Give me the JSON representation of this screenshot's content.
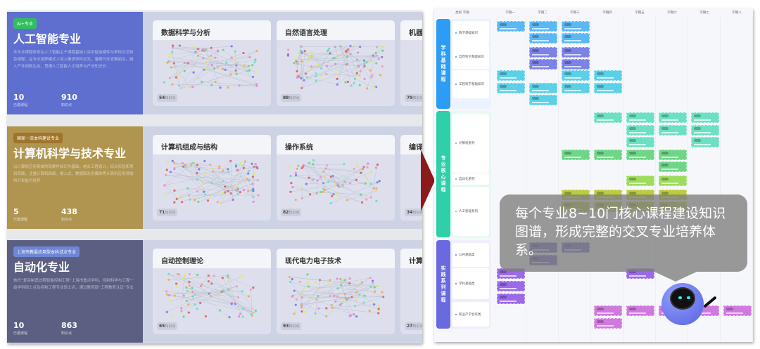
{
  "majors": [
    {
      "tag": "AI+专业",
      "title": "人工智能专业",
      "desc": "本专业课程体系在人工智能主干课程基础上突出智能硬件与学科交叉特色课程，在专业培养模式上深入推进学科交叉，着眼行业发展前沿，融入产业创新生态，贯通人工智能人才培养与产业知识价...",
      "courses": "10",
      "courses_label": "已建课程",
      "points": "910",
      "points_label": "知识点",
      "color": "#5f6fcf",
      "tag_color": "#2fbf5f",
      "cards": [
        {
          "title": "数据科学与分析",
          "count": "54",
          "unit": "知识点"
        },
        {
          "title": "自然语言处理",
          "count": "88",
          "unit": "知识点"
        },
        {
          "title": "机器",
          "count": "79",
          "unit": "知识点"
        }
      ]
    },
    {
      "tag": "国家一流本科建设专业",
      "title": "计算机科学与技术专业",
      "desc": "以计算机应用系统的软硬件知识为基础，结合工程设计，综合实验和项目实践，注重计算机网络、嵌入式、数据库及多媒体等计算机应用领域的开发能力培养",
      "courses": "5",
      "courses_label": "已建课程",
      "points": "438",
      "points_label": "知识点",
      "color": "#b09550",
      "tag_color": "#a0742a",
      "cards": [
        {
          "title": "计算机组成与结构",
          "count": "71",
          "unit": "知识点"
        },
        {
          "title": "操作系统",
          "count": "82",
          "unit": "知识点"
        },
        {
          "title": "编译",
          "count": "34",
          "unit": "知识点"
        }
      ]
    },
    {
      "tag": "上海市教委应用型本科试点专业",
      "title": "自动化专业",
      "desc": "依托“复杂制造过程智能控制工程”上海市重点学科，控制科学与工程一级学科硕士点及控制工程专业硕士点，通过教育部“工程教育认证”专业",
      "courses": "10",
      "courses_label": "已建课程",
      "points": "863",
      "points_label": "知识点",
      "color": "#5b5f82",
      "tag_color": "#6f86d8",
      "cards": [
        {
          "title": "自动控制理论",
          "count": "65",
          "unit": "知识点"
        },
        {
          "title": "现代电力电子技术",
          "count": "93",
          "unit": "知识点"
        },
        {
          "title": "计算",
          "count": "27",
          "unit": "知识点"
        }
      ]
    }
  ],
  "curriculum": {
    "corner": "类别 学期",
    "semesters": [
      "学期一",
      "学期二",
      "学期三",
      "学期四",
      "学期五",
      "学期六",
      "学期七",
      "学期八"
    ],
    "categories": [
      {
        "name": "学科基础课程",
        "color": "#2d9cf5",
        "subs": [
          "数学基础知识",
          "自然科学基础知识",
          "工程科学基础知识"
        ]
      },
      {
        "name": "专业核心课程",
        "color": "#2fd0a8",
        "subs": [
          "计算机系列",
          "自动化系列",
          "人工智能系列"
        ]
      },
      {
        "name": "实践系列课程",
        "color": "#6a6ae0",
        "subs": [
          "公共基础类",
          "学科基础类",
          "职业产学合作类"
        ]
      }
    ]
  },
  "bubble": {
    "text": "每个专业8~10门核心课程建设知识图谱，形成完整的交叉专业培养体系。"
  }
}
